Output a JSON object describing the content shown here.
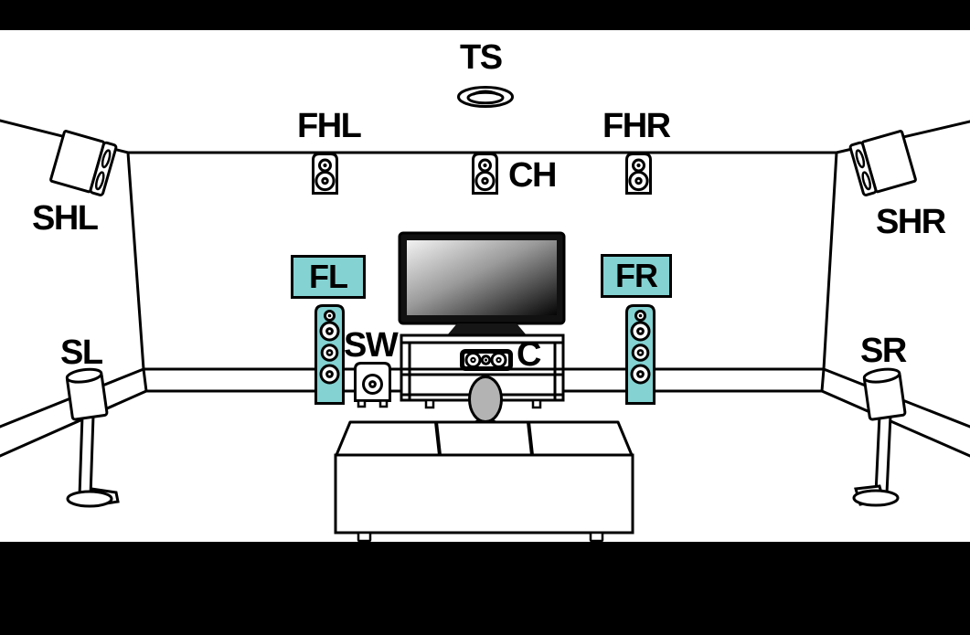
{
  "diagram": {
    "labels": {
      "ts": "TS",
      "fhl": "FHL",
      "fhr": "FHR",
      "ch": "CH",
      "shl": "SHL",
      "shr": "SHR",
      "fl": "FL",
      "fr": "FR",
      "sl": "SL",
      "sr": "SR",
      "sw": "SW",
      "c": "C"
    },
    "colors": {
      "highlight": "#84d2d2",
      "line": "#000000",
      "background": "#ffffff",
      "letterbox": "#000000",
      "person": "#b3b3b3"
    }
  }
}
